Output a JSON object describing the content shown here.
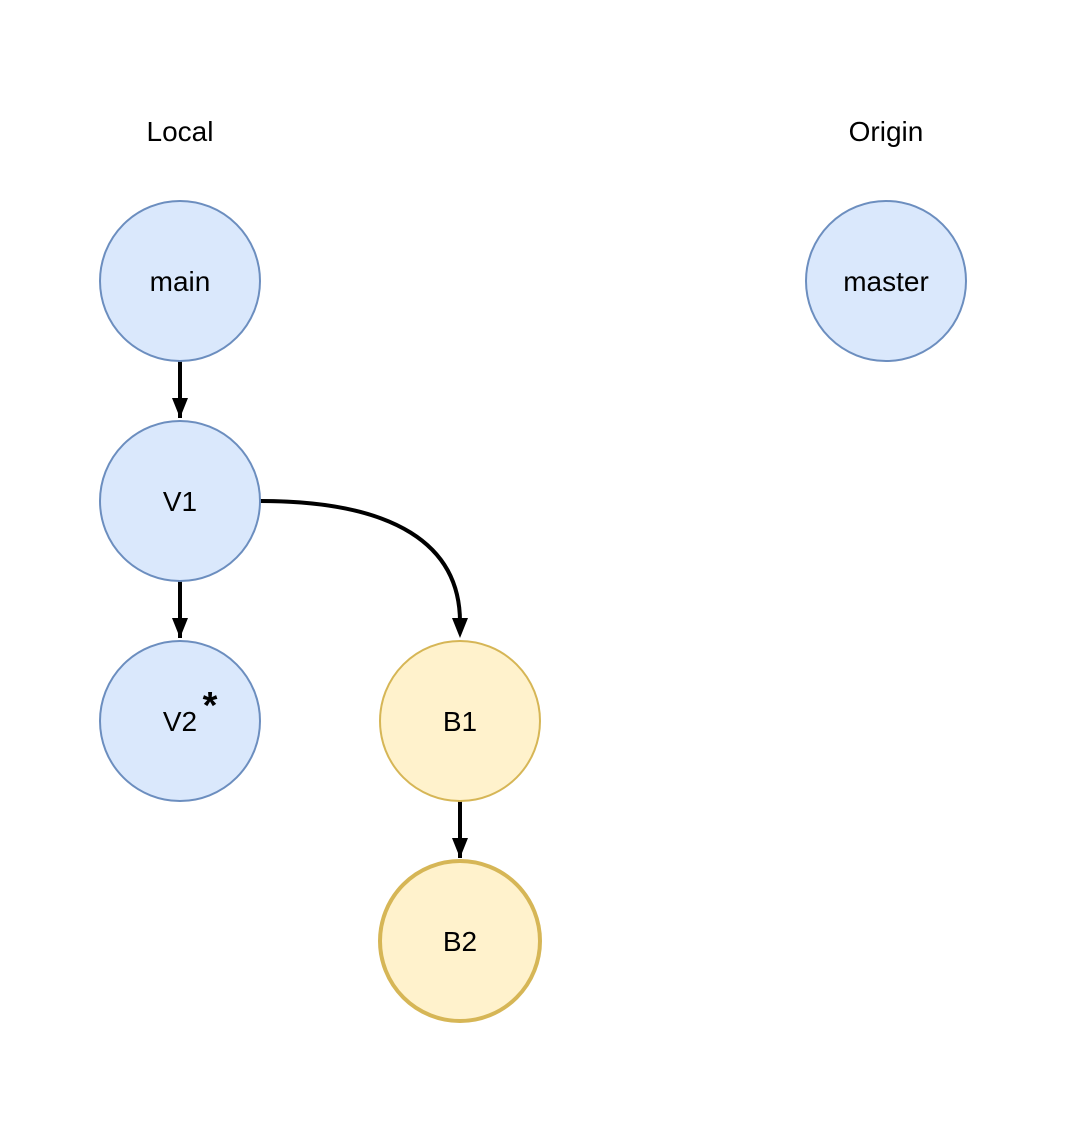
{
  "headings": {
    "local": "Local",
    "origin": "Origin"
  },
  "nodes": {
    "main": {
      "label": "main"
    },
    "v1": {
      "label": "V1"
    },
    "v2": {
      "label": "V2",
      "marker": "*"
    },
    "b1": {
      "label": "B1"
    },
    "b2": {
      "label": "B2"
    },
    "master": {
      "label": "master"
    }
  },
  "colors": {
    "blue_fill": "#dae8fc",
    "blue_stroke": "#6c8ebf",
    "yellow_fill": "#fff2cc",
    "yellow_stroke": "#d6b656",
    "edge": "#000000"
  }
}
